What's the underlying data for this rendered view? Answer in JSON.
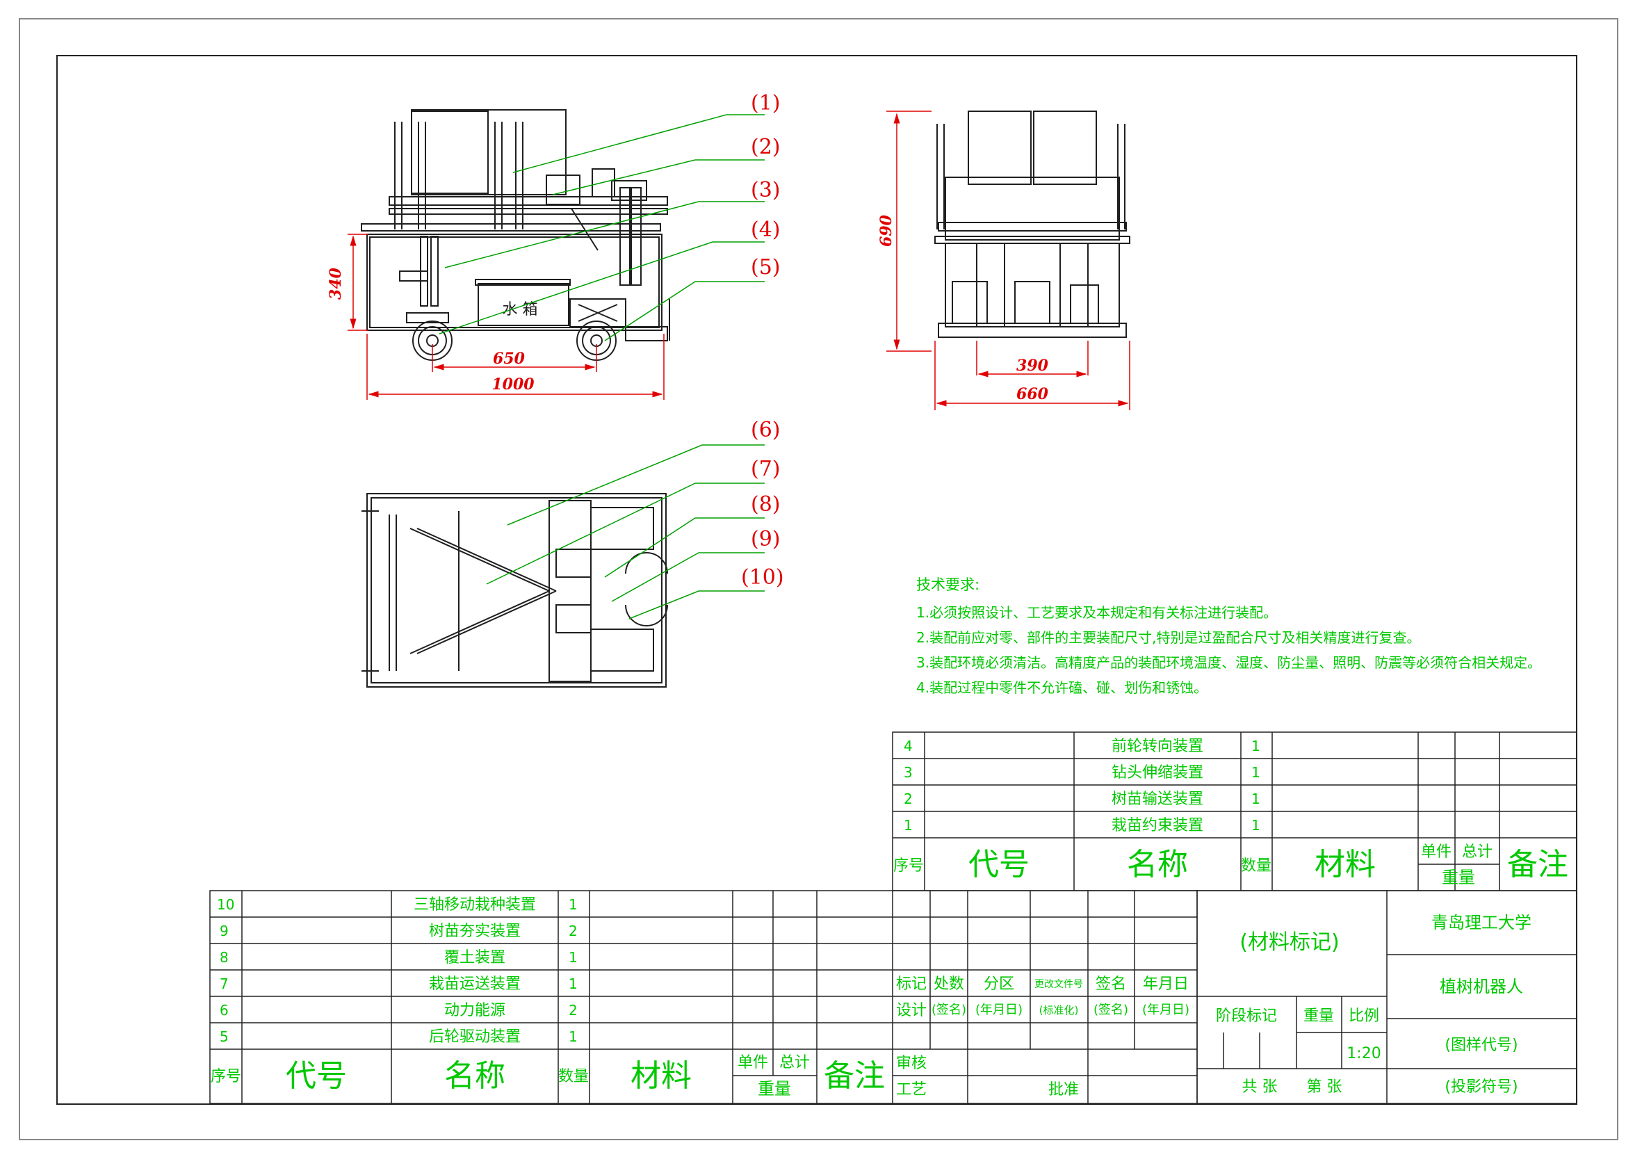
{
  "title_block": {
    "school": "青岛理工大学",
    "product": "植树机器人",
    "material_mark": "(材料标记)",
    "drawing_code": "(图样代号)",
    "projection_symbol": "(投影符号)",
    "scale": "1:20",
    "stage_mark": "阶段标记",
    "weight": "重量",
    "ratio": "比例",
    "total_sheets": "共  张",
    "sheet_no": "第  张",
    "mark": "标记",
    "count": "处数",
    "zone": "分区",
    "change_doc": "更改文件号",
    "signature": "签名",
    "date": "年月日",
    "design": "设计",
    "sign_paren": "(签名)",
    "date_paren": "(年月日)",
    "standard": "(标准化)",
    "review": "审核",
    "process": "工艺",
    "approve": "批准"
  },
  "bom_headers": {
    "seq": "序号",
    "code": "代号",
    "name": "名称",
    "qty": "数量",
    "material": "材料",
    "unit": "单件",
    "total": "总计",
    "weight": "重量",
    "remark": "备注"
  },
  "bom_upper": [
    {
      "seq": "4",
      "name": "前轮转向装置",
      "qty": "1"
    },
    {
      "seq": "3",
      "name": "钻头伸缩装置",
      "qty": "1"
    },
    {
      "seq": "2",
      "name": "树苗输送装置",
      "qty": "1"
    },
    {
      "seq": "1",
      "name": "栽苗约束装置",
      "qty": "1"
    }
  ],
  "bom_lower": [
    {
      "seq": "10",
      "name": "三轴移动栽种装置",
      "qty": "1"
    },
    {
      "seq": "9",
      "name": "树苗夯实装置",
      "qty": "2"
    },
    {
      "seq": "8",
      "name": "覆土装置",
      "qty": "1"
    },
    {
      "seq": "7",
      "name": "栽苗运送装置",
      "qty": "1"
    },
    {
      "seq": "6",
      "name": "动力能源",
      "qty": "2"
    },
    {
      "seq": "5",
      "name": "后轮驱动装置",
      "qty": "1"
    }
  ],
  "tech": {
    "heading": "技术要求:",
    "lines": [
      "1.必须按照设计、工艺要求及本规定和有关标注进行装配。",
      "2.装配前应对零、部件的主要装配尺寸,特别是过盈配合尺寸及相关精度进行复查。",
      "3.装配环境必须清洁。高精度产品的装配环境温度、湿度、防尘量、照明、防震等必须符合相关规定。",
      "4.装配过程中零件不允许磕、碰、划伤和锈蚀。"
    ]
  },
  "callouts": [
    "(1)",
    "(2)",
    "(3)",
    "(4)",
    "(5)",
    "(6)",
    "(7)",
    "(8)",
    "(9)",
    "(10)"
  ],
  "dims": {
    "d340": "340",
    "d650": "650",
    "d1000": "1000",
    "d690": "690",
    "d390": "390",
    "d660": "660"
  },
  "water_tank": "水 箱",
  "colors": {
    "line": "#1f1f1f",
    "dim": "#e00000",
    "text": "#00c800",
    "leader": "#00a000"
  }
}
